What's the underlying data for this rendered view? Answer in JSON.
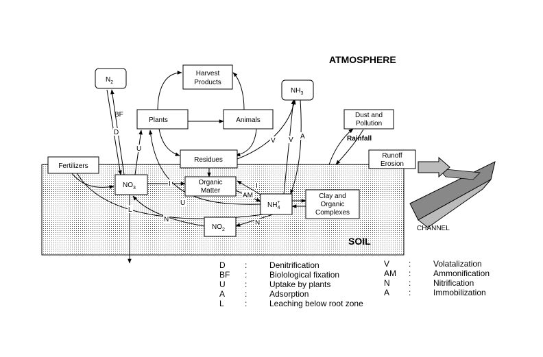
{
  "titles": {
    "atmosphere": "ATMOSPHERE",
    "soil": "SOIL",
    "channel": "CHANNEL",
    "rainfall": "Rainfall"
  },
  "nodes": {
    "n2": {
      "label": "N",
      "sub": "2"
    },
    "harvest": {
      "line1": "Harvest",
      "line2": "Products"
    },
    "nh3": {
      "label": "NH",
      "sub": "3"
    },
    "plants": {
      "label": "Plants"
    },
    "animals": {
      "label": "Animals"
    },
    "dust": {
      "line1": "Dust and",
      "line2": "Pollution"
    },
    "residues": {
      "label": "Residues"
    },
    "fertilizers": {
      "label": "Fertilizers"
    },
    "runoff": {
      "line1": "Runoff",
      "line2": "Erosion"
    },
    "no3": {
      "label": "NO",
      "sub": "3"
    },
    "organic": {
      "line1": "Organic",
      "line2": "Matter"
    },
    "nh4": {
      "label": "NH",
      "sup": "+",
      "sub": "4"
    },
    "clay": {
      "line1": "Clay and",
      "line2": "Organic",
      "line3": "Complexes"
    },
    "no2": {
      "label": "NO",
      "sub": "2"
    }
  },
  "edge_labels": {
    "bf": "BF",
    "d": "D",
    "u_plants": "U",
    "i_om": "I",
    "u_nh4": "U",
    "am": "AM",
    "i_nh4": "I",
    "l": "L",
    "n_no3": "N",
    "n_no2": "N",
    "v1": "V",
    "v2": "V",
    "a": "A"
  },
  "legend": {
    "left": [
      {
        "code": "D",
        "sep": ":",
        "desc": "Denitrification"
      },
      {
        "code": "BF",
        "sep": ":",
        "desc": "Biolological fixation"
      },
      {
        "code": "U",
        "sep": ":",
        "desc": "Uptake by plants"
      },
      {
        "code": "A",
        "sep": ":",
        "desc": "Adsorption"
      },
      {
        "code": "L",
        "sep": ":",
        "desc": "Leaching below root zone"
      }
    ],
    "right": [
      {
        "code": "V",
        "sep": ":",
        "desc": "Volatalization"
      },
      {
        "code": "AM",
        "sep": ":",
        "desc": "Ammonification"
      },
      {
        "code": "N",
        "sep": ":",
        "desc": "Nitrification"
      },
      {
        "code": "A",
        "sep": ":",
        "desc": "Immobilization"
      }
    ]
  }
}
